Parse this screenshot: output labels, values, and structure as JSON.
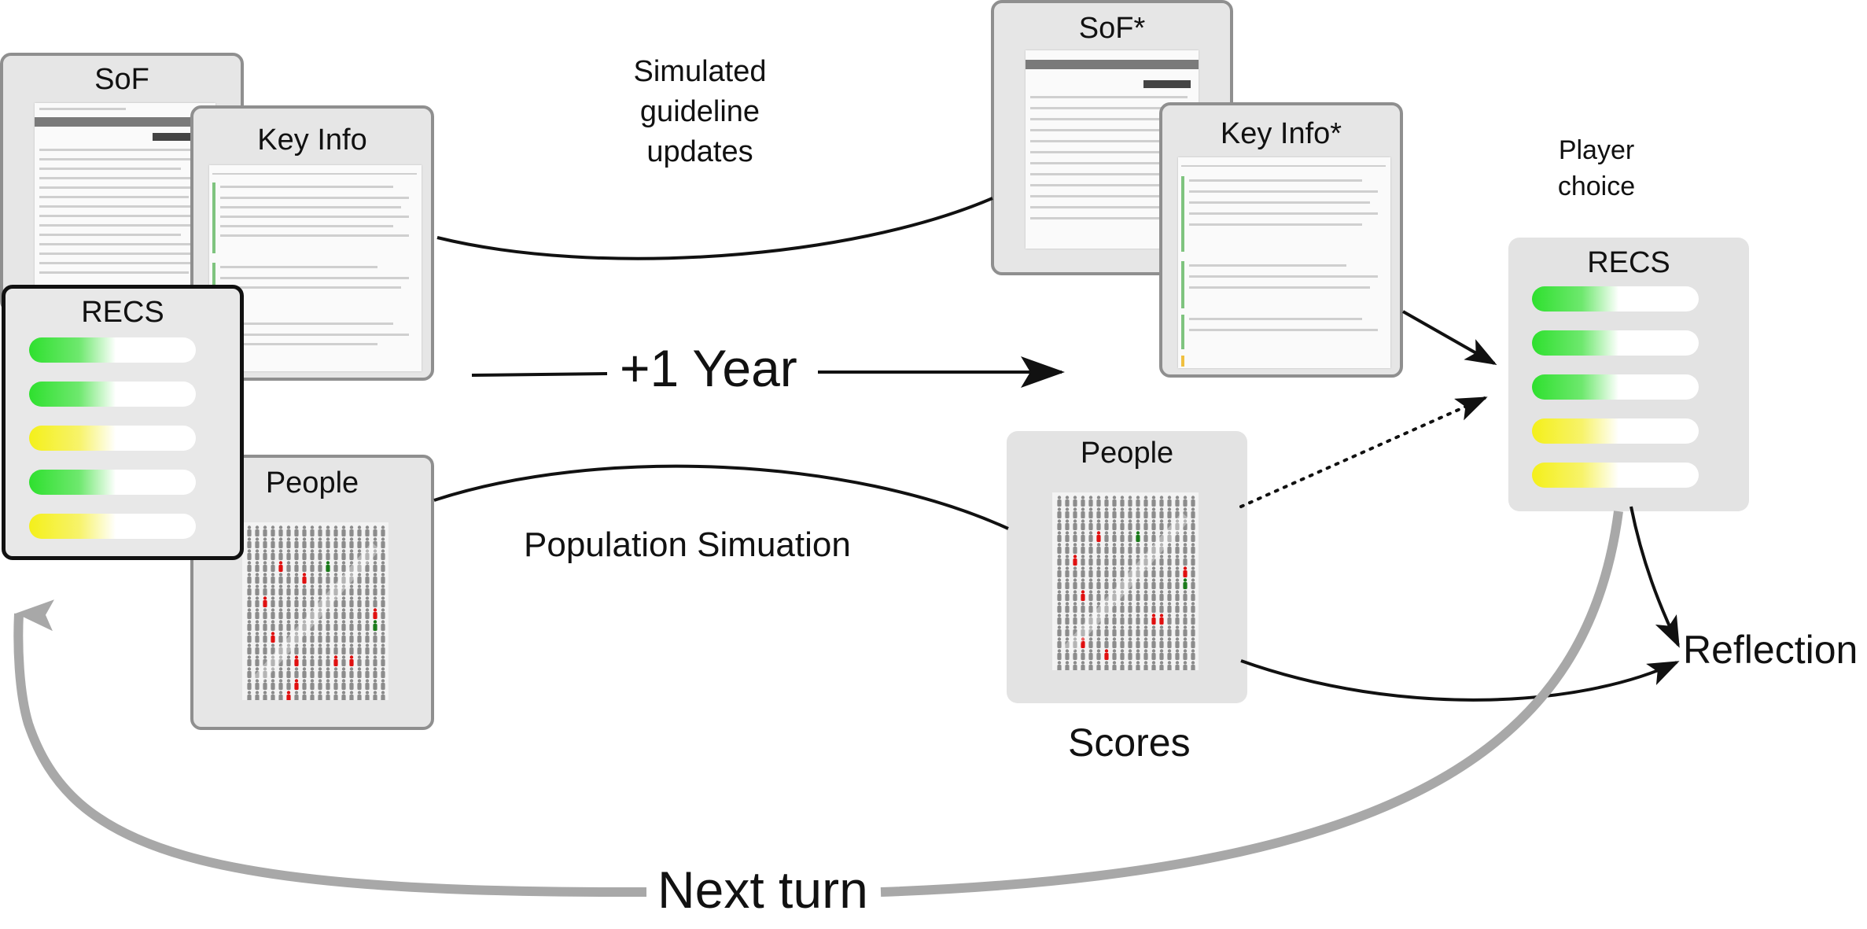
{
  "cards": {
    "sof_left": {
      "title": "SoF"
    },
    "keyinfo_left": {
      "title": "Key Info"
    },
    "recs_left": {
      "title": "RECS",
      "bars": [
        "green",
        "green",
        "yellow",
        "green",
        "yellow"
      ]
    },
    "people_left": {
      "title": "People"
    },
    "sof_right": {
      "title": "SoF*"
    },
    "keyinfo_right": {
      "title": "Key Info*"
    },
    "people_right": {
      "title": "People"
    },
    "recs_right": {
      "title": "RECS",
      "bars": [
        "green",
        "green",
        "green",
        "yellow",
        "yellow"
      ]
    }
  },
  "labels": {
    "simulated_updates": [
      "Simulated",
      "guideline",
      "updates"
    ],
    "plus_one_year": "+1 Year",
    "population_simulation": "Population Simuation",
    "player_choice": [
      "Player",
      "choice"
    ],
    "scores": "Scores",
    "reflection": "Reflection",
    "next_turn": "Next turn"
  },
  "colors": {
    "green": "#2ee02e",
    "yellow": "#f4f01a",
    "person": "#8c8c8c",
    "person_red": "#e01010",
    "person_green": "#1a7a1a"
  },
  "grid_left": {
    "rows": 15,
    "cols": 18,
    "red": [
      [
        3,
        4
      ],
      [
        4,
        7
      ],
      [
        6,
        2
      ],
      [
        7,
        16
      ],
      [
        9,
        3
      ],
      [
        11,
        6
      ],
      [
        11,
        11
      ],
      [
        11,
        13
      ],
      [
        13,
        6
      ],
      [
        14,
        5
      ]
    ],
    "green": [
      [
        3,
        10
      ],
      [
        8,
        16
      ]
    ]
  },
  "grid_right": {
    "rows": 15,
    "cols": 18,
    "red": [
      [
        3,
        5
      ],
      [
        5,
        2
      ],
      [
        6,
        16
      ],
      [
        8,
        3
      ],
      [
        10,
        12
      ],
      [
        10,
        13
      ],
      [
        12,
        3
      ],
      [
        13,
        6
      ]
    ],
    "green": [
      [
        3,
        10
      ],
      [
        7,
        16
      ]
    ]
  }
}
